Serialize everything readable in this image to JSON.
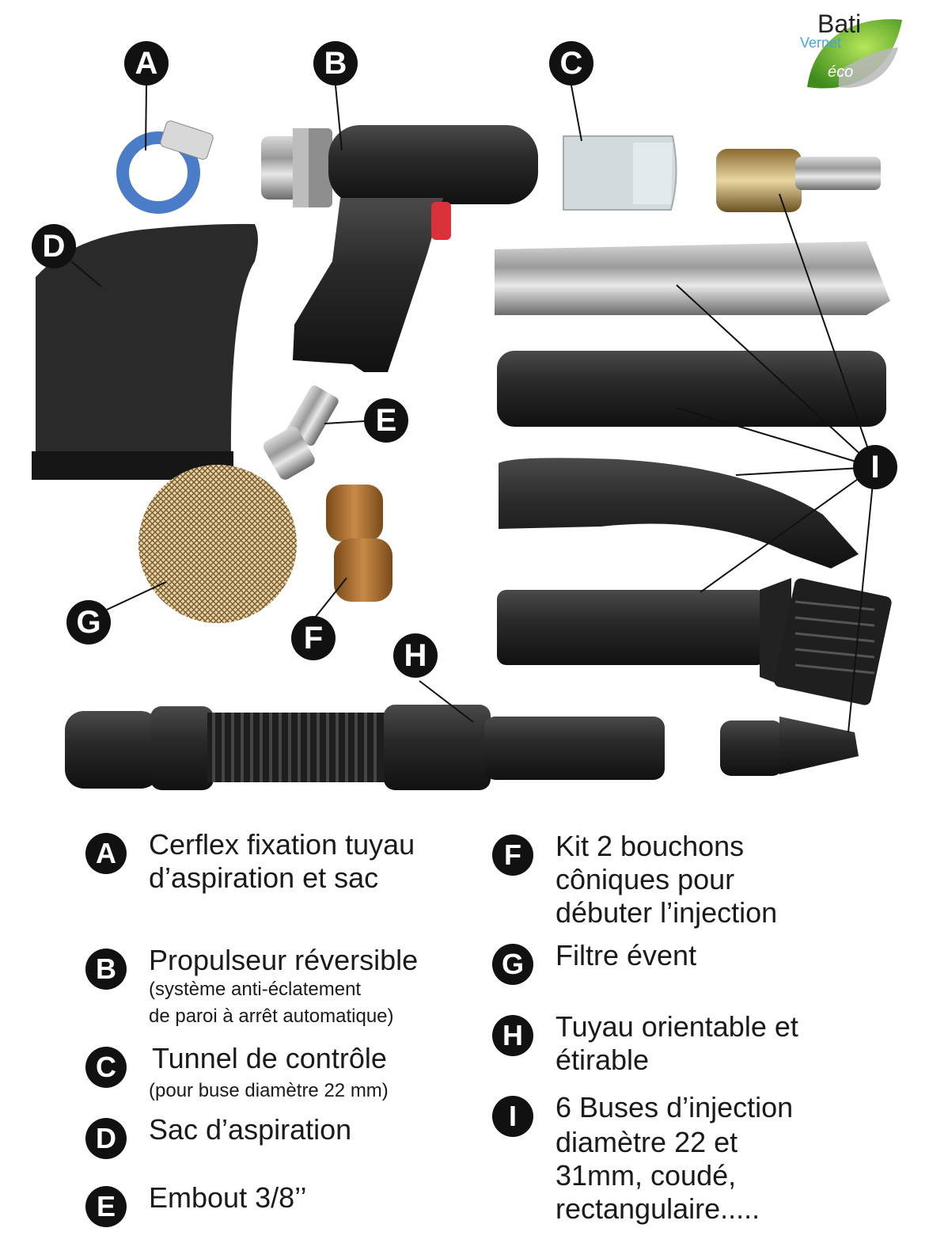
{
  "logo": {
    "line1": "Bati",
    "line2": "Vernet",
    "line3": "éco"
  },
  "callouts": [
    "A",
    "B",
    "C",
    "D",
    "E",
    "F",
    "G",
    "H",
    "I"
  ],
  "legend": {
    "A": {
      "letter": "A",
      "text1": "Cerflex fixation tuyau",
      "text2": "d’aspiration et sac"
    },
    "B": {
      "letter": "B",
      "text1": "Propulseur réversible",
      "sub1": "(système anti-éclatement",
      "sub2": "de paroi à arrêt automatique)"
    },
    "C": {
      "letter": "C",
      "text1": "Tunnel de contrôle",
      "sub1": "(pour buse diamètre 22 mm)"
    },
    "D": {
      "letter": "D",
      "text1": "Sac d’aspiration"
    },
    "E": {
      "letter": "E",
      "text1": "Embout 3/8’’"
    },
    "F": {
      "letter": "F",
      "text1": "Kit 2 bouchons",
      "text2": "côniques pour",
      "text3": "débuter l’injection"
    },
    "G": {
      "letter": "G",
      "text1": "Filtre évent"
    },
    "H": {
      "letter": "H",
      "text1": "Tuyau orientable et",
      "text2": "étirable"
    },
    "I": {
      "letter": "I",
      "text1": "6 Buses d’injection",
      "text2": "diamètre 22 et",
      "text3": "31mm, coudé,",
      "text4": "rectangulaire....."
    }
  }
}
